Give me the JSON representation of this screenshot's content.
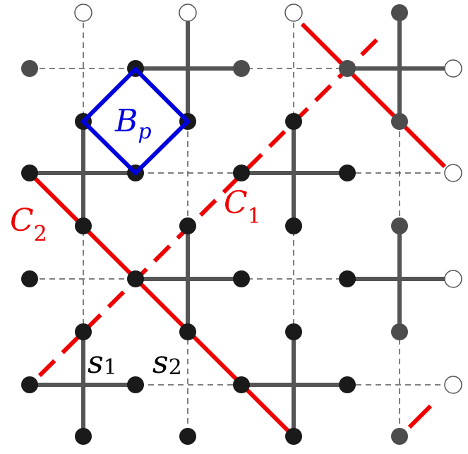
{
  "labels": {
    "plaquette": {
      "main": "B",
      "sub": "p"
    },
    "contour_1": {
      "main": "C",
      "sub": "1"
    },
    "contour_2": {
      "main": "C",
      "sub": "2"
    },
    "site_1": {
      "main": "s",
      "sub": "1"
    },
    "site_2": {
      "main": "s",
      "sub": "2"
    }
  },
  "colors": {
    "background": "#ffffff",
    "lattice_edge": "#555555",
    "node_dark": "#1a1a1a",
    "node_gray": "#4d4d4d",
    "node_open_stroke": "#555555",
    "contour": "#ee0000",
    "plaquette": "#0000dd",
    "label_text": "#000000"
  }
}
